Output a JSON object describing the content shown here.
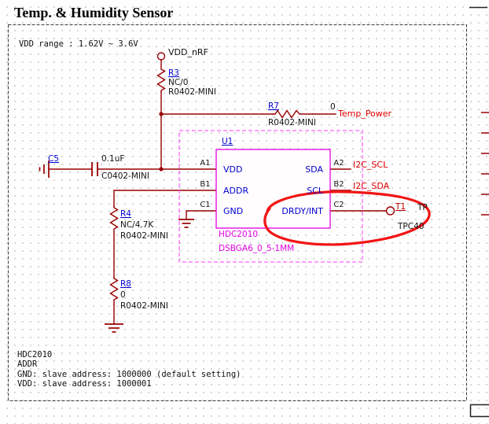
{
  "title": "Temp. & Humidity Sensor",
  "annotations": {
    "vdd_range": "VDD range : 1.62V ~ 3.6V",
    "bottom_notes": [
      "HDC2010",
      "ADDR",
      "GND: slave address: 1000000 (default setting)",
      "VDD: slave address: 1000001"
    ]
  },
  "power_ports": {
    "vdd_nrf": "VDD_nRF"
  },
  "net_labels": {
    "temp_power": "Temp_Power",
    "i2c_scl": "I2C_SCL",
    "i2c_sda": "I2C_SDA"
  },
  "components": {
    "r3": {
      "designator": "R3",
      "value": "NC/0",
      "footprint": "R0402-MINI"
    },
    "r7": {
      "designator": "R7",
      "value": "0",
      "footprint": "R0402-MINI"
    },
    "r4": {
      "designator": "R4",
      "value": "NC/4.7K",
      "footprint": "R0402-MINI"
    },
    "r8": {
      "designator": "R8",
      "value": "0",
      "footprint": "R0402-MINI"
    },
    "c5": {
      "designator": "C5",
      "value": "0.1uF",
      "footprint": "C0402-MINI"
    },
    "t1": {
      "designator": "T1",
      "value": "TP",
      "footprint": "TPC40"
    },
    "u1": {
      "designator": "U1",
      "part_number": "HDC2010",
      "footprint": "DSBGA6_0_5-1MM",
      "pins": [
        {
          "des": "A1",
          "name": "VDD"
        },
        {
          "des": "B1",
          "name": "ADDR"
        },
        {
          "des": "C1",
          "name": "GND"
        },
        {
          "des": "A2",
          "name": "SDA"
        },
        {
          "des": "B2",
          "name": "SCL"
        },
        {
          "des": "C2",
          "name": "DRDY/INT"
        }
      ]
    }
  },
  "colors": {
    "wire": "#990000",
    "designator_blue": "#0202cf",
    "net_label_red": "#e00000",
    "component_magenta": "#e400e4",
    "annotation_red": "#f21414"
  }
}
